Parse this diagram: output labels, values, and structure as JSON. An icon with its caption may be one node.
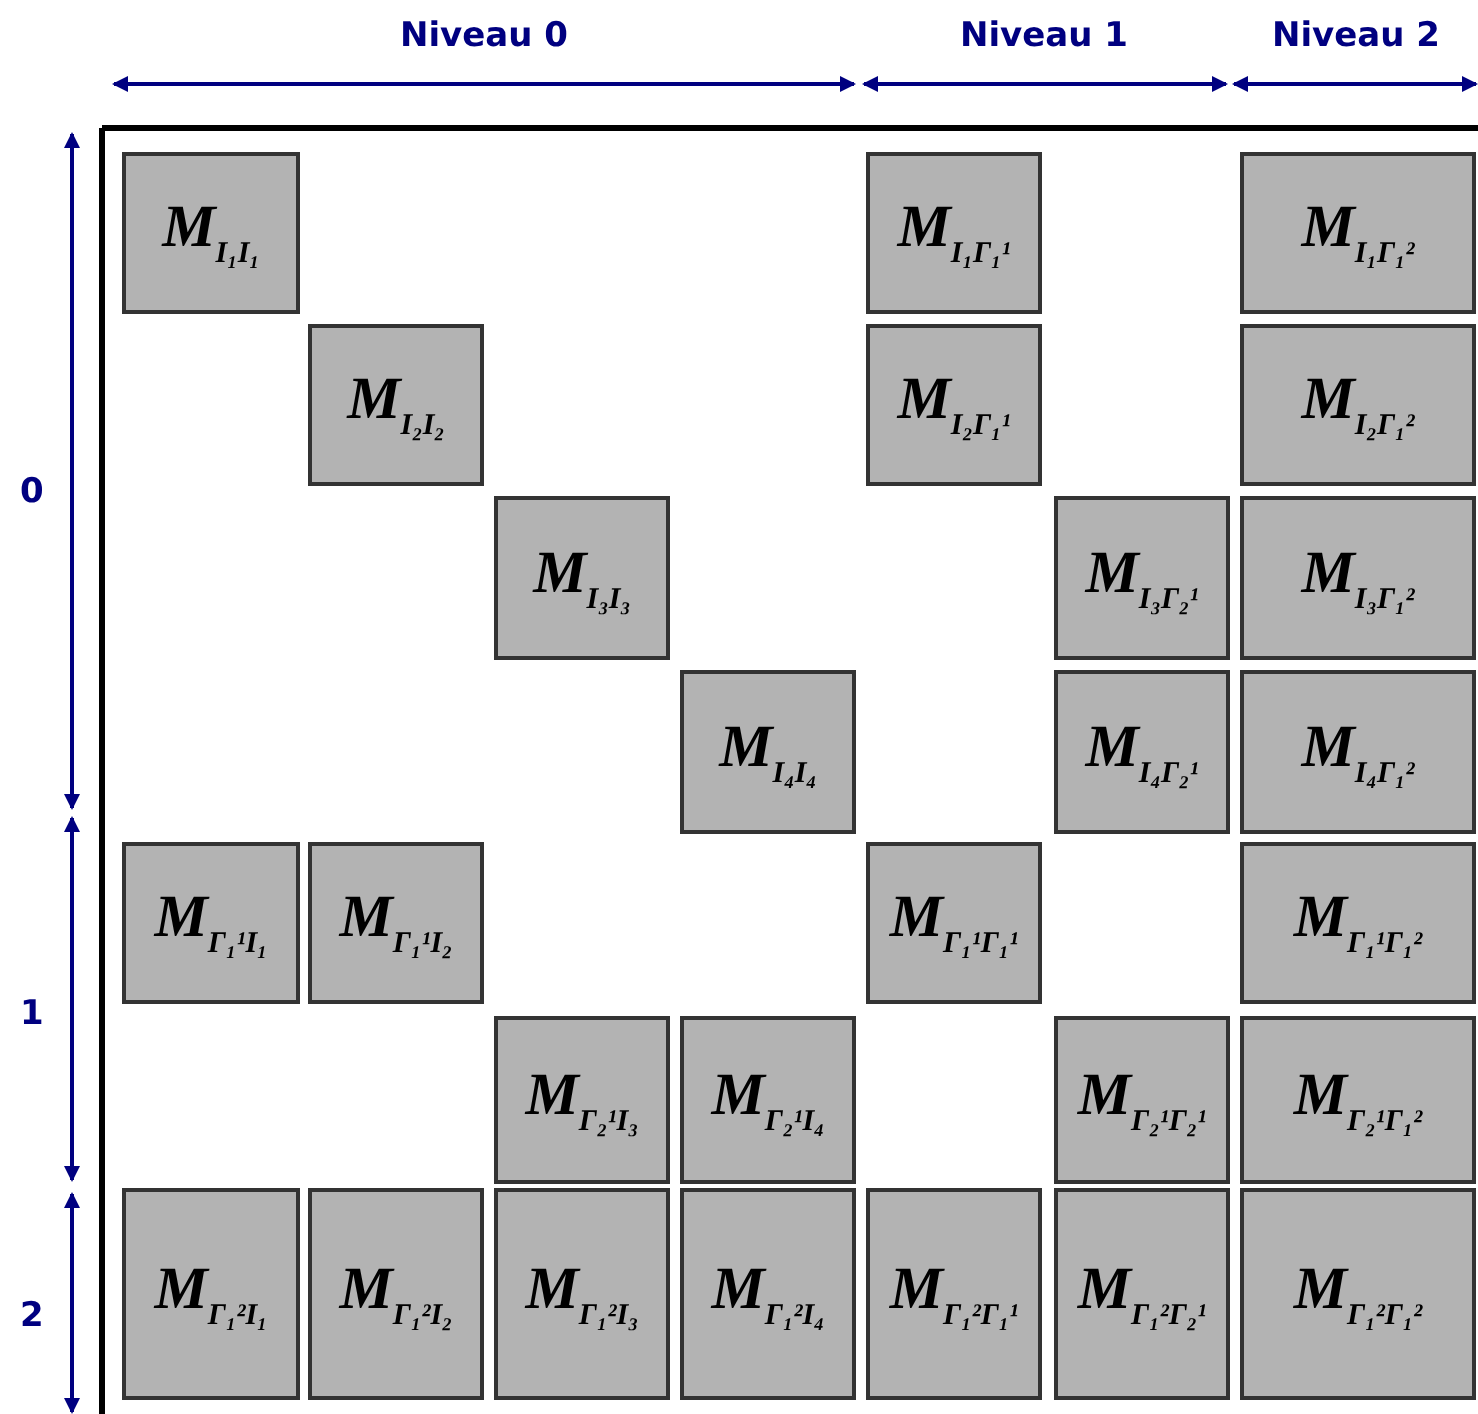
{
  "diagram": {
    "nodes": [
      {
        "text": [
          "M$_{I₁I₁}$"
        ]
      },
      {
        "text": [
          "M$_{I₁Γ₁¹}$"
        ]
      },
      {
        "text": [
          "M$_{I₁Γ₁²}$"
        ]
      },
      {
        "text": [
          "M$_{I₂I₂}$"
        ]
      },
      {
        "text": [
          "M$_{I₂Γ₁¹}$"
        ]
      },
      {
        "text": [
          "M$_{I₂Γ₁²}$"
        ]
      },
      {
        "text": [
          "M$_{I₃I₃}$"
        ]
      },
      {
        "text": [
          "M$_{I₃Γ₂¹}$"
        ]
      },
      {
        "text": [
          "M$_{I₃Γ₁²}$"
        ]
      },
      {
        "text": [
          "M$_{I₄I₄}$"
        ]
      },
      {
        "text": [
          "M$_{I₄Γ₂¹}$"
        ]
      },
      {
        "text": [
          "M$_{I₄Γ₁²}$"
        ]
      },
      {
        "text": [
          "M$_{Γ₁¹I₁}$"
        ]
      },
      {
        "text": [
          "M$_{Γ₁¹I₂}$"
        ]
      },
      {
        "text": [
          "M$_{Γ₁¹Γ₁¹}$"
        ]
      },
      {
        "text": [
          "M$_{Γ₁¹Γ₁²}$"
        ]
      },
      {
        "text": [
          "M$_{Γ₂¹I₃}$"
        ]
      },
      {
        "text": [
          "M$_{Γ₂¹I₄}$"
        ]
      },
      {
        "text": [
          "M$_{Γ₂¹Γ₂¹}$"
        ]
      },
      {
        "text": [
          "M$_{Γ₂¹Γ₁²}$"
        ]
      },
      {
        "text": [
          "M$_{Γ₁²I₁}$"
        ]
      },
      {
        "text": [
          "M$_{Γ₁²I₂}$"
        ]
      },
      {
        "text": [
          "M$_{Γ₁²I₃}$"
        ]
      },
      {
        "text": [
          "M$_{Γ₁²I₄}$"
        ]
      },
      {
        "text": [
          "M$_{Γ₁²Γ₁¹}$"
        ]
      },
      {
        "text": [
          "M$_{Γ₁²Γ₂¹}$"
        ]
      },
      {
        "text": [
          "M$_{Γ₁²Γ₁²}$"
        ]
      }
    ],
    "labels": [
      "Niveau 0",
      "Niveau 1",
      "Niveau 2",
      "0",
      "1",
      "2"
    ]
  }
}
